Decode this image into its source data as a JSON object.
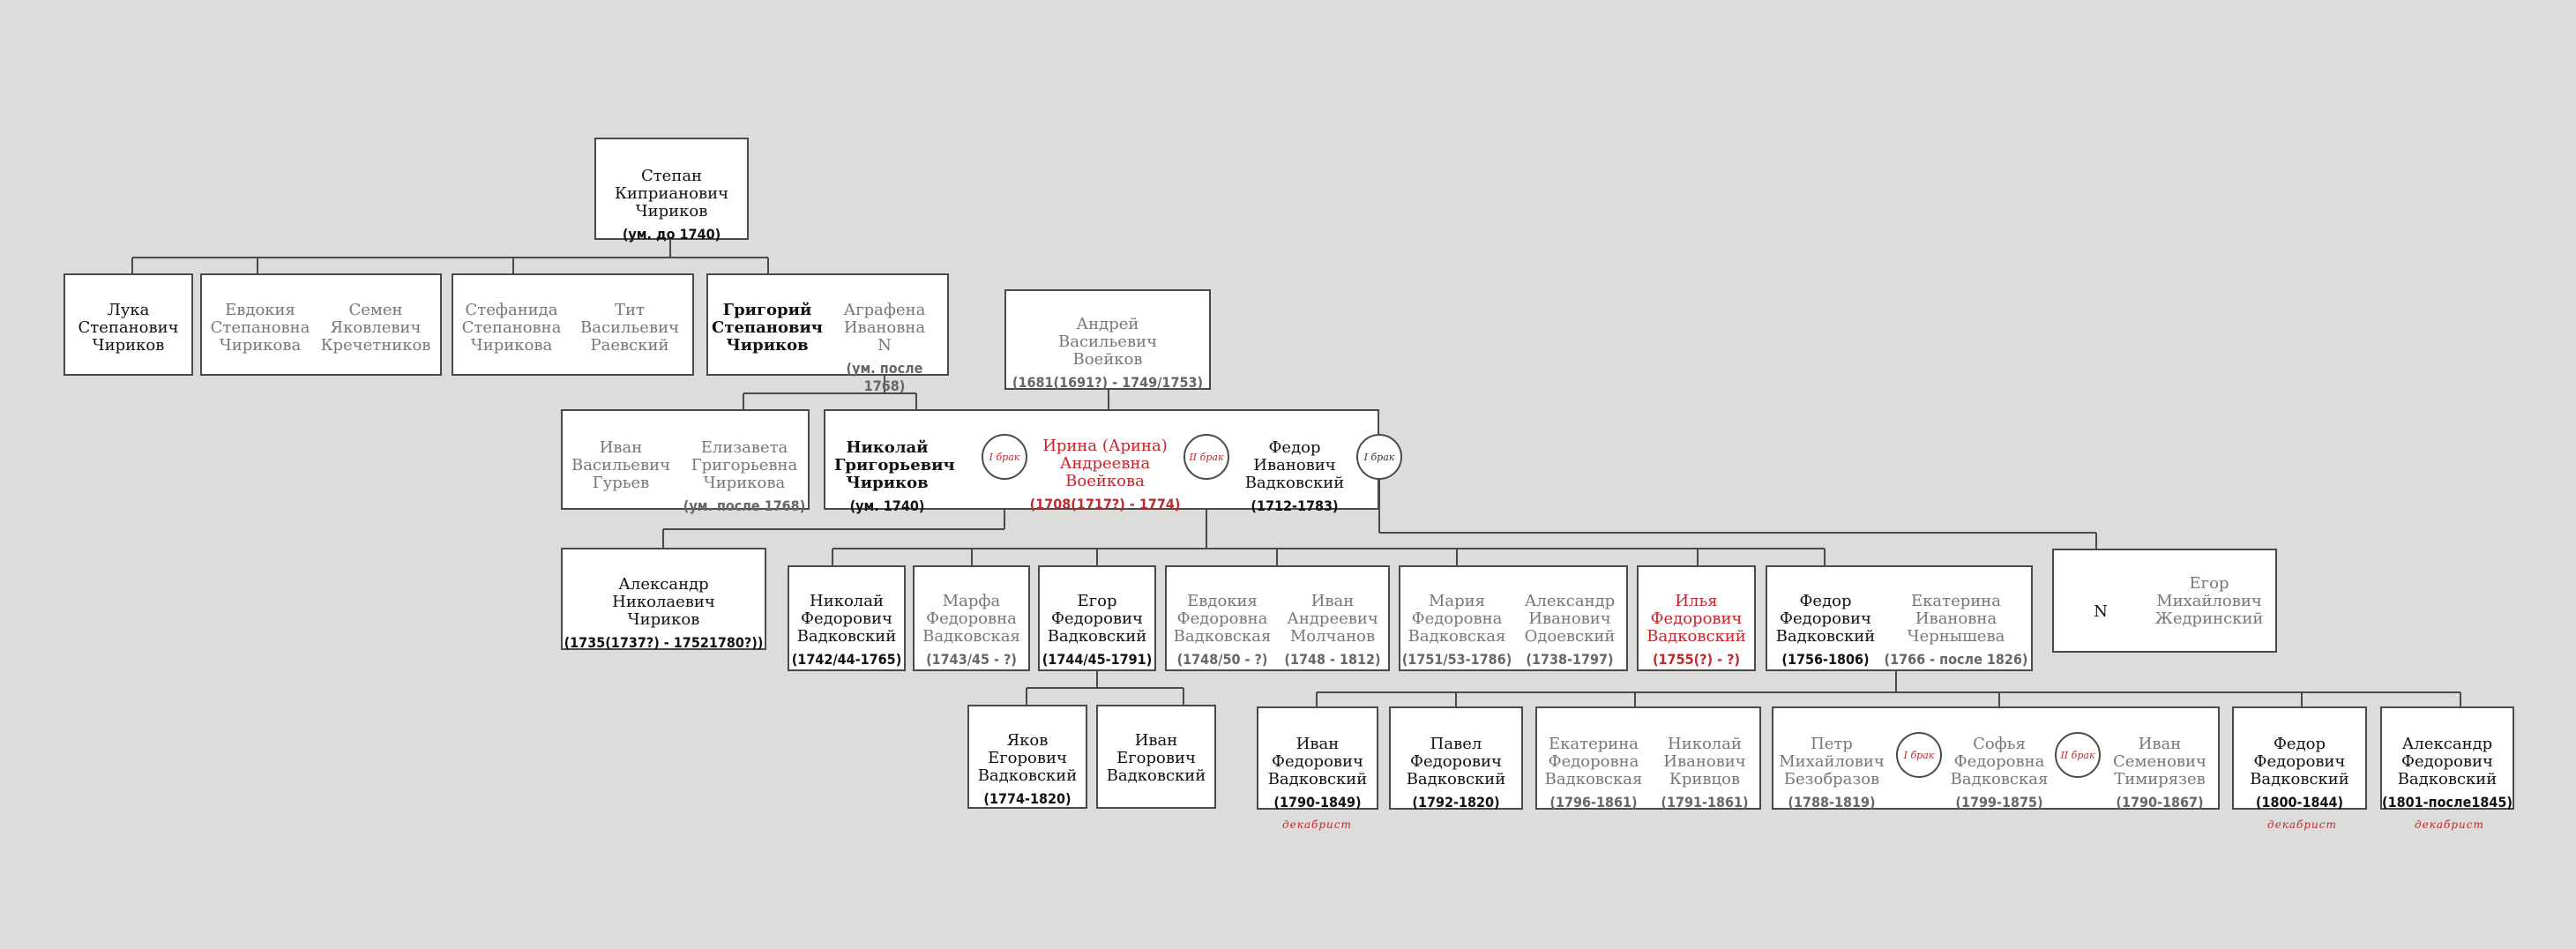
{
  "people": {
    "stepan": {
      "name": "Степан\nКиприанович\nЧириков",
      "dates": "(ум. до 1740)"
    },
    "luka": {
      "name": "Лука\nСтепанович\nЧириков"
    },
    "evdokia_s": {
      "name": "Евдокия\nСтепановна\nЧирикова"
    },
    "semen": {
      "name": "Семен\nЯковлевич\nКречетников"
    },
    "stefanida": {
      "name": "Стефанида\nСтепановна\nЧирикова"
    },
    "tit": {
      "name": "Тит\nВасильевич\nРаевский"
    },
    "grigory": {
      "name": "Григорий\nСтепанович\nЧириков"
    },
    "agrafena": {
      "name": "Аграфена\nИвановна\nN",
      "dates": "(ум. после 1768)"
    },
    "andrey": {
      "name": "Андрей\nВасильевич\nВоейков",
      "dates": "(1681(1691?) - 1749/1753)"
    },
    "ivan_guryev": {
      "name": "Иван\nВасильевич\nГурьев"
    },
    "elizaveta": {
      "name": "Елизавета\nГригорьевна\nЧирикова",
      "dates": "(ум. после 1768)"
    },
    "nikolay": {
      "name": "Николай\nГригорьевич\nЧириков",
      "dates": "(ум. 1740)"
    },
    "irina": {
      "name": "Ирина (Арина)\nАндреевна\nВоейкова",
      "dates": "(1708(1717?) - 1774)"
    },
    "fedor_iv": {
      "name": "Федор\nИванович\nВадковский",
      "dates": "(1712-1783)"
    },
    "aleksandr_ch": {
      "name": "Александр\nНиколаевич\nЧириков",
      "dates": "(1735(1737?) - 17521780?))"
    },
    "nikolay_v": {
      "name": "Николай\nФедорович\nВадковский",
      "dates": "(1742/44-1765)"
    },
    "marfa": {
      "name": "Марфа\nФедоровна\nВадковская",
      "dates": "(1743/45 - ?)"
    },
    "egor": {
      "name": "Егор\nФедорович\nВадковский",
      "dates": "(1744/45-1791)"
    },
    "evdokia_f": {
      "name": "Евдокия\nФедоровна\nВадковская",
      "dates": "(1748/50 - ?)"
    },
    "ivan_molch": {
      "name": "Иван\nАндреевич\nМолчанов",
      "dates": "(1748 - 1812)"
    },
    "maria": {
      "name": "Мария\nФедоровна\nВадковская",
      "dates": "(1751/53-1786)"
    },
    "aleksandr_od": {
      "name": "Александр\nИванович\nОдоевский",
      "dates": "(1738-1797)"
    },
    "ilya": {
      "name": "Илья\nФедорович\nВадковский",
      "dates": "(1755(?) - ?)"
    },
    "fedor_f": {
      "name": "Федор\nФедорович\nВадковский",
      "dates": "(1756-1806)"
    },
    "ekaterina_ch": {
      "name": "Екатерина\nИвановна\nЧернышева",
      "dates": "(1766 - после 1826)"
    },
    "n_unknown": {
      "name": "N"
    },
    "egor_zh": {
      "name": "Егор\nМихайлович\nЖедринский"
    },
    "yakov": {
      "name": "Яков\nЕгорович\nВадковский",
      "dates": "(1774-1820)"
    },
    "ivan_e": {
      "name": "Иван\nЕгорович\nВадковский"
    },
    "ivan_f": {
      "name": "Иван\nФедорович\nВадковский",
      "dates": "(1790-1849)"
    },
    "pavel": {
      "name": "Павел\nФедорович\nВадковский",
      "dates": "(1792-1820)"
    },
    "ekaterina_f": {
      "name": "Екатерина\nФедоровна\nВадковская",
      "dates": "(1796-1861)"
    },
    "nikolay_kr": {
      "name": "Николай\nИванович\nКривцов",
      "dates": "(1791-1861)"
    },
    "petr": {
      "name": "Петр\nМихайлович\nБезобразов",
      "dates": "(1788-1819)"
    },
    "sofya": {
      "name": "Софья\nФедоровна\nВадковская",
      "dates": "(1799-1875)"
    },
    "ivan_tim": {
      "name": "Иван\nСеменович\nТимирязев",
      "dates": "(1790-1867)"
    },
    "fedor_ff": {
      "name": "Федор\nФедорович\nВадковский",
      "dates": "(1800-1844)"
    },
    "aleksandr_ff": {
      "name": "Александр\nФедорович\nВадковский",
      "dates": "(1801-после1845)"
    }
  },
  "marriages": {
    "m_nikolay_irina": "I брак",
    "m_irina_fedor": "II брак",
    "m_fedor_right": "I брак",
    "m_petr_sofya": "I брак",
    "m_sofya_ivan": "II брак"
  },
  "notes": {
    "ivan_f": "декабрист",
    "fedor_ff": "декабрист",
    "aleksandr_ff": "декабрист"
  },
  "colors": {
    "background": "#dcdcdb",
    "box_border": "#4a4a4a",
    "grey_text": "#777777",
    "red_text": "#c1272d"
  }
}
